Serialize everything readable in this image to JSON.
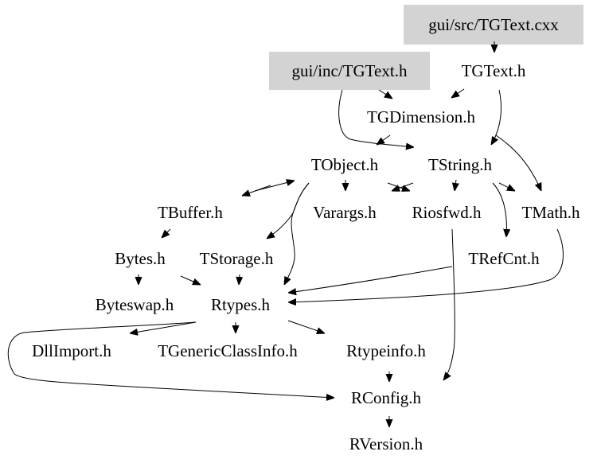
{
  "graph": {
    "type": "include-dependency-graph",
    "highlight_fill": "#d3d3d3",
    "nodes": [
      {
        "id": "tgtext_cxx",
        "label": "gui/src/TGText.cxx",
        "highlighted": true
      },
      {
        "id": "gui_inc_tgtext_h",
        "label": "gui/inc/TGText.h",
        "highlighted": true
      },
      {
        "id": "tgtext_h",
        "label": "TGText.h",
        "highlighted": false
      },
      {
        "id": "tgdimension_h",
        "label": "TGDimension.h",
        "highlighted": false
      },
      {
        "id": "tobject_h",
        "label": "TObject.h",
        "highlighted": false
      },
      {
        "id": "tstring_h",
        "label": "TString.h",
        "highlighted": false
      },
      {
        "id": "tbuffer_h",
        "label": "TBuffer.h",
        "highlighted": false
      },
      {
        "id": "varargs_h",
        "label": "Varargs.h",
        "highlighted": false
      },
      {
        "id": "riosfwd_h",
        "label": "Riosfwd.h",
        "highlighted": false
      },
      {
        "id": "tmath_h",
        "label": "TMath.h",
        "highlighted": false
      },
      {
        "id": "bytes_h",
        "label": "Bytes.h",
        "highlighted": false
      },
      {
        "id": "tstorage_h",
        "label": "TStorage.h",
        "highlighted": false
      },
      {
        "id": "trefcnt_h",
        "label": "TRefCnt.h",
        "highlighted": false
      },
      {
        "id": "byteswap_h",
        "label": "Byteswap.h",
        "highlighted": false
      },
      {
        "id": "rtypes_h",
        "label": "Rtypes.h",
        "highlighted": false
      },
      {
        "id": "dllimport_h",
        "label": "DllImport.h",
        "highlighted": false
      },
      {
        "id": "tgenericclassinfo_h",
        "label": "TGenericClassInfo.h",
        "highlighted": false
      },
      {
        "id": "rtypeinfo_h",
        "label": "Rtypeinfo.h",
        "highlighted": false
      },
      {
        "id": "rconfig_h",
        "label": "RConfig.h",
        "highlighted": false
      },
      {
        "id": "rversion_h",
        "label": "RVersion.h",
        "highlighted": false
      }
    ],
    "edges": [
      {
        "from": "tgtext_cxx",
        "to": "tgtext_h"
      },
      {
        "from": "gui_inc_tgtext_h",
        "to": "tgdimension_h"
      },
      {
        "from": "gui_inc_tgtext_h",
        "to": "tstring_h"
      },
      {
        "from": "tgtext_h",
        "to": "tgdimension_h"
      },
      {
        "from": "tgtext_h",
        "to": "tstring_h"
      },
      {
        "from": "tgdimension_h",
        "to": "tobject_h"
      },
      {
        "from": "tgtext_h",
        "to": "tmath_h"
      },
      {
        "from": "tobject_h",
        "to": "tbuffer_h"
      },
      {
        "from": "tbuffer_h",
        "to": "tobject_h"
      },
      {
        "from": "tobject_h",
        "to": "varargs_h"
      },
      {
        "from": "tobject_h",
        "to": "riosfwd_h"
      },
      {
        "from": "tobject_h",
        "to": "tstorage_h"
      },
      {
        "from": "tobject_h",
        "to": "rtypes_h"
      },
      {
        "from": "tstring_h",
        "to": "riosfwd_h"
      },
      {
        "from": "tstring_h",
        "to": "tmath_h"
      },
      {
        "from": "tstring_h",
        "to": "trefcnt_h"
      },
      {
        "from": "tbuffer_h",
        "to": "bytes_h"
      },
      {
        "from": "bytes_h",
        "to": "byteswap_h"
      },
      {
        "from": "bytes_h",
        "to": "rtypes_h"
      },
      {
        "from": "tstorage_h",
        "to": "rtypes_h"
      },
      {
        "from": "trefcnt_h",
        "to": "rtypes_h"
      },
      {
        "from": "tmath_h",
        "to": "rtypes_h"
      },
      {
        "from": "riosfwd_h",
        "to": "rconfig_h"
      },
      {
        "from": "rtypes_h",
        "to": "dllimport_h"
      },
      {
        "from": "rtypes_h",
        "to": "tgenericclassinfo_h"
      },
      {
        "from": "rtypes_h",
        "to": "rtypeinfo_h"
      },
      {
        "from": "rtypes_h",
        "to": "rconfig_h"
      },
      {
        "from": "rtypeinfo_h",
        "to": "rconfig_h"
      },
      {
        "from": "rconfig_h",
        "to": "rversion_h"
      }
    ]
  }
}
